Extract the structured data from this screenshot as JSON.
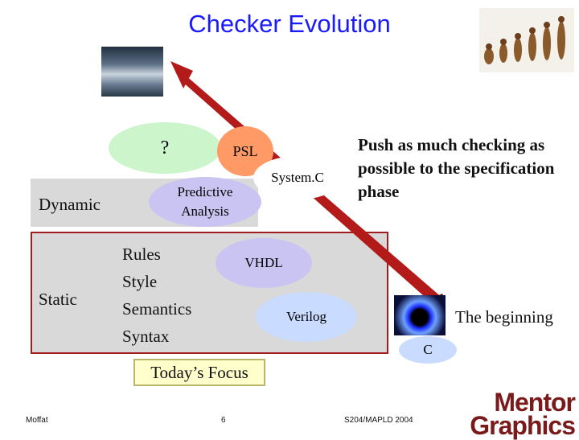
{
  "title": "Checker Evolution",
  "left_labels": {
    "dynamic": "Dynamic",
    "static": "Static"
  },
  "bubbles": {
    "question": "?",
    "psl": "PSL",
    "systemc": "System.C",
    "predictive_line1": "Predictive",
    "predictive_line2": "Analysis",
    "vhdl": "VHDL",
    "verilog": "Verilog",
    "c": "C"
  },
  "static_list": [
    "Rules",
    "Style",
    "Semantics",
    "Syntax"
  ],
  "callout": "Push as much checking as possible to the specification phase",
  "beginning": "The beginning",
  "today_focus": "Today’s Focus",
  "footer": {
    "author": "Moffat",
    "page": "6",
    "event": "S204/MAPLD 2004"
  },
  "logo": {
    "line1": "Mentor",
    "line2": "Graphics"
  },
  "colors": {
    "title": "#1a1aff",
    "arrow": "#b31b1b",
    "green": "#ccf5cc",
    "orange": "#ff9966",
    "lavender": "#c9c4f2",
    "light_blue": "#c9dcff",
    "today_bg": "#ffffcc"
  },
  "icons": {
    "sky": "clouds-sunbeams-image",
    "evolution": "human-evolution-image",
    "hole": "black-hole-image"
  }
}
